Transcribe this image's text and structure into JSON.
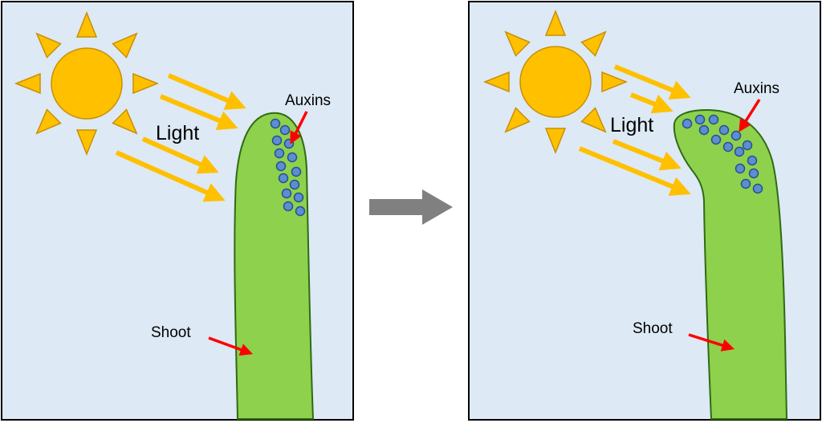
{
  "colors": {
    "sky": "#dde9f4",
    "frame": "#000000",
    "sun": "#ffc000",
    "sun_outline": "#c98f00",
    "ray": "#ffc000",
    "shoot": "#8dd14d",
    "shoot_outline": "#2f6b15",
    "auxin": "#5b8ed3",
    "auxin_outline": "#2a4f8c",
    "pointer": "#ff0000",
    "transition_arrow": "#808080"
  },
  "panels": [
    {
      "id": "before",
      "light_label": "Light",
      "auxins_label": "Auxins",
      "shoot_label": "Shoot",
      "state": "straight shoot"
    },
    {
      "id": "after",
      "light_label": "Light",
      "auxins_label": "Auxins",
      "shoot_label": "Shoot",
      "state": "shoot bent toward light"
    }
  ],
  "icons": {
    "sun": "sun-icon",
    "light_rays": "light-ray-arrow",
    "transition": "right-arrow-icon"
  }
}
